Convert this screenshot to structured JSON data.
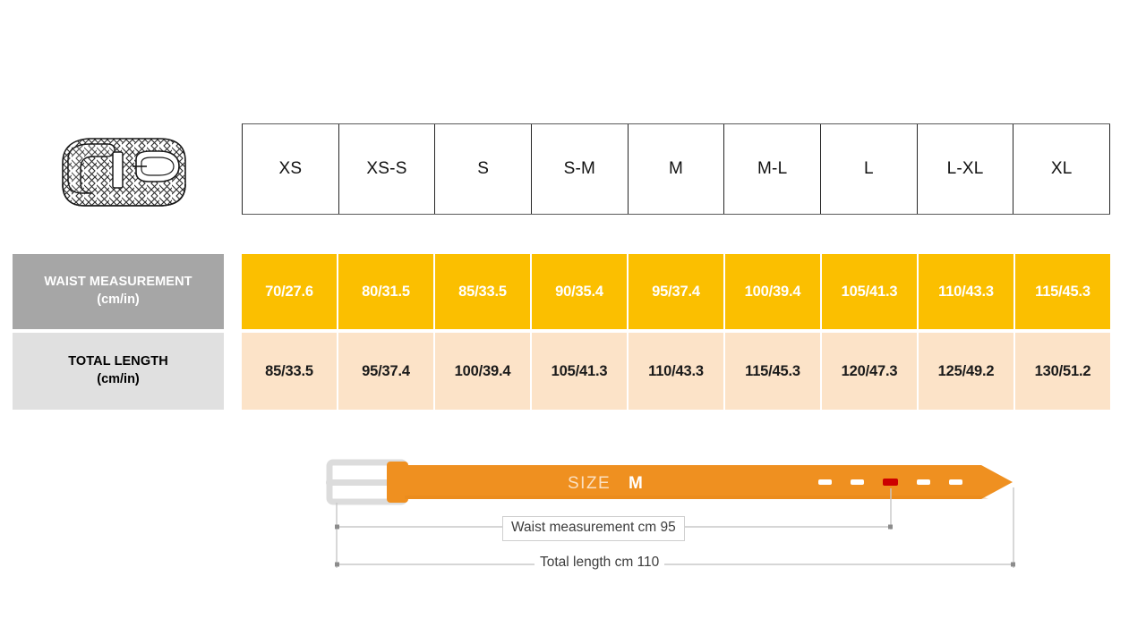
{
  "product": {
    "icon_name": "braided-belt-illustration"
  },
  "size_table": {
    "sizes": [
      "XS",
      "XS-S",
      "S",
      "S-M",
      "M",
      "M-L",
      "L",
      "L-XL",
      "XL"
    ],
    "rows": [
      {
        "label_line1": "WAIST MEASUREMENT",
        "label_line2": "(cm/in)",
        "label_bg": "#a6a6a6",
        "label_color": "#ffffff",
        "cell_bg": "#fbbf00",
        "cell_color": "#ffffff",
        "values": [
          "70/27.6",
          "80/31.5",
          "85/33.5",
          "90/35.4",
          "95/37.4",
          "100/39.4",
          "105/41.3",
          "110/43.3",
          "115/45.3"
        ]
      },
      {
        "label_line1": "TOTAL LENGTH",
        "label_line2": "(cm/in)",
        "label_bg": "#e0e0e0",
        "label_color": "#000000",
        "cell_bg": "#fce3c8",
        "cell_color": "#1a1a1a",
        "values": [
          "85/33.5",
          "95/37.4",
          "100/39.4",
          "105/41.3",
          "110/43.3",
          "115/45.3",
          "120/47.3",
          "125/49.2",
          "130/51.2"
        ]
      }
    ]
  },
  "belt_diagram": {
    "size_prefix": "SIZE",
    "size_value": "M",
    "waist_dimension": "Waist measurement cm 95",
    "length_dimension": "Total length cm 110",
    "belt_color": "#ef9020",
    "buckle_color": "#dcdcdc",
    "active_hole_color": "#cc0000",
    "hole_color": "#ffffff",
    "holes_count": 5,
    "active_hole_index": 3
  }
}
